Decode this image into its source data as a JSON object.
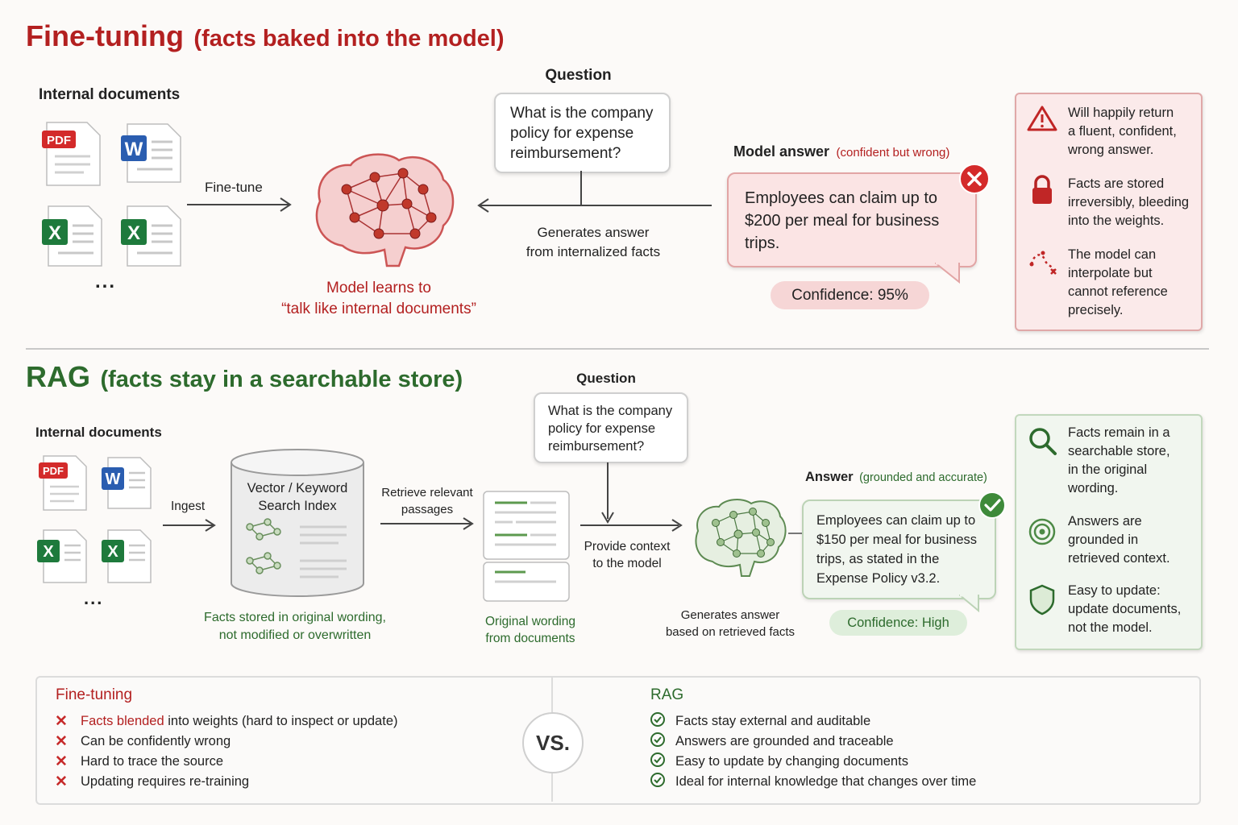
{
  "finetune": {
    "title": "Fine-tuning",
    "subtitle": "(facts baked into the model)",
    "docs_label": "Internal documents",
    "ellipsis": "...",
    "arrow_label": "Fine-tune",
    "model_caption_1": "Model learns to",
    "model_caption_2": "“talk like internal documents”",
    "question_label": "Question",
    "question_text": [
      "What is the company",
      "policy for expense",
      "reimbursement?"
    ],
    "generates_1": "Generates answer",
    "generates_2": "from internalized facts",
    "answer_label": "Model answer",
    "answer_note": "(confident but wrong)",
    "answer_text": [
      "Employees can claim up to",
      "$200 per meal for business",
      "trips."
    ],
    "confidence": "Confidence: 95%",
    "side_items": [
      {
        "icon": "warning-icon",
        "lines": [
          "Will happily return",
          "a fluent, confident,",
          "wrong answer."
        ]
      },
      {
        "icon": "lock-icon",
        "lines": [
          "Facts are stored",
          "irreversibly, bleeding",
          "into the weights."
        ]
      },
      {
        "icon": "scatter-path-icon",
        "lines": [
          "The model can",
          "interpolate but",
          "cannot reference",
          "precisely."
        ]
      }
    ]
  },
  "rag": {
    "title": "RAG",
    "subtitle": "(facts stay in a searchable store)",
    "docs_label": "Internal documents",
    "ellipsis": "...",
    "ingest_label": "Ingest",
    "index_title_1": "Vector / Keyword",
    "index_title_2": "Search Index",
    "index_caption_1": "Facts stored in original wording,",
    "index_caption_2": "not modified or overwritten",
    "retrieve_1": "Retrieve relevant",
    "retrieve_2": "passages",
    "passages_caption_1": "Original wording",
    "passages_caption_2": "from documents",
    "question_label": "Question",
    "question_text": [
      "What is the company",
      "policy for expense",
      "reimbursement?"
    ],
    "provide_1": "Provide context",
    "provide_2": "to the model",
    "generates_1": "Generates answer",
    "generates_2": "based on retrieved facts",
    "answer_label": "Answer",
    "answer_note": "(grounded and accurate)",
    "answer_text": [
      "Employees can claim up to",
      "$150 per meal for business",
      "trips, as stated in the",
      "Expense Policy v3.2."
    ],
    "confidence": "Confidence: High",
    "side_items": [
      {
        "icon": "search-icon",
        "lines": [
          "Facts remain in a",
          "searchable store,",
          "in the original",
          "wording."
        ]
      },
      {
        "icon": "target-icon",
        "lines": [
          "Answers are",
          "grounded in",
          "retrieved context."
        ]
      },
      {
        "icon": "shield-icon",
        "lines": [
          "Easy to update:",
          "update documents,",
          "not the model."
        ]
      }
    ]
  },
  "comparison": {
    "left_title": "Fine-tuning",
    "left_items": [
      {
        "highlight": "Facts blended",
        "rest": " into weights (hard to inspect or update)"
      },
      {
        "highlight": "",
        "rest": "Can be confidently wrong"
      },
      {
        "highlight": "",
        "rest": "Hard to trace the source"
      },
      {
        "highlight": "",
        "rest": "Updating requires re-training"
      }
    ],
    "vs": "VS.",
    "right_title": "RAG",
    "right_items": [
      "Facts stay external and auditable",
      "Answers are grounded and traceable",
      "Easy to update by changing documents",
      "Ideal for internal knowledge that changes over time"
    ]
  },
  "colors": {
    "red": "#b32020",
    "green": "#2d6b2d",
    "word_blue": "#2a5db0",
    "excel_green": "#1e7a3c"
  }
}
